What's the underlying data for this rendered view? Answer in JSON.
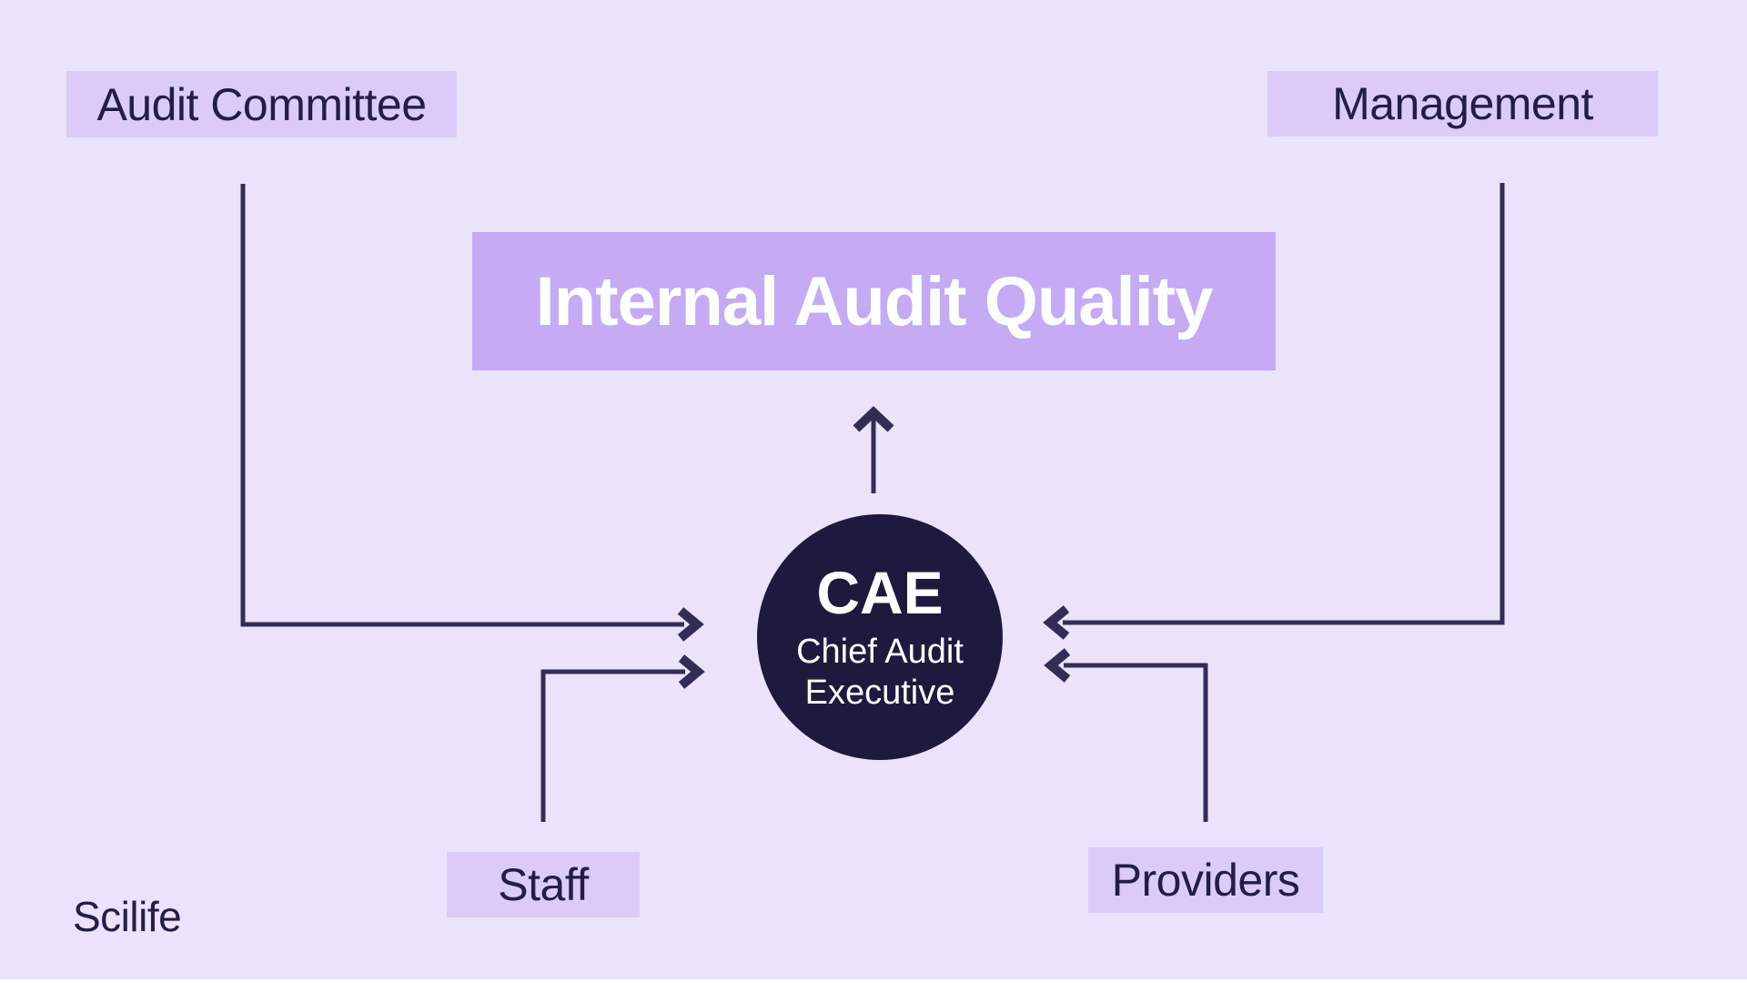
{
  "colors": {
    "background": "#eae3fc",
    "label_bg": "#dbcbf8",
    "title_bg": "#c5abf3",
    "circle_bg": "#1e1a3d",
    "text_dark": "#231d47",
    "text_light": "#ffffff",
    "arrow": "#332d55"
  },
  "nodes": {
    "audit_committee": {
      "label": "Audit Committee"
    },
    "management": {
      "label": "Management"
    },
    "staff": {
      "label": "Staff"
    },
    "providers": {
      "label": "Providers"
    },
    "title": {
      "label": "Internal Audit Quality"
    },
    "cae": {
      "abbr": "CAE",
      "name_line1": "Chief Audit",
      "name_line2": "Executive"
    }
  },
  "arrows": [
    {
      "from": "audit_committee",
      "to": "cae",
      "direction": "down-then-right"
    },
    {
      "from": "management",
      "to": "cae",
      "direction": "down-then-left"
    },
    {
      "from": "staff",
      "to": "cae",
      "direction": "up-then-right"
    },
    {
      "from": "providers",
      "to": "cae",
      "direction": "up-then-left"
    },
    {
      "from": "cae",
      "to": "title",
      "direction": "up"
    }
  ],
  "branding": {
    "logo": "Scilife"
  }
}
